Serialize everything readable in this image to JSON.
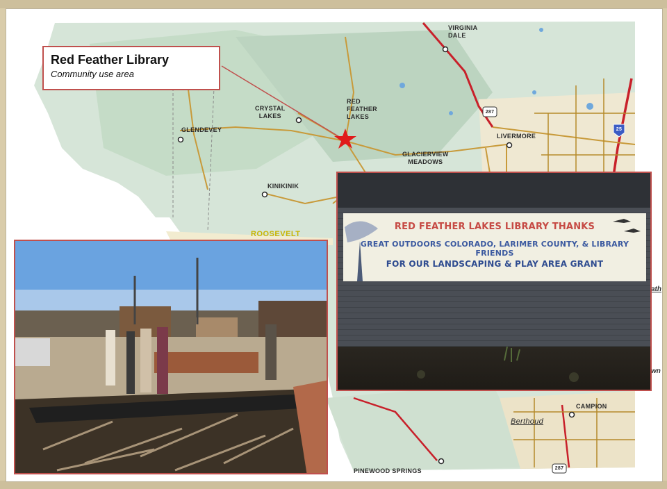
{
  "callout": {
    "title": "Red Feather Library",
    "subtitle": "Community use area"
  },
  "map": {
    "towns": {
      "virginia_dale": "VIRGINIA\nDALE",
      "crystal_lakes": "CRYSTAL\nLAKES",
      "red_feather_lakes": "RED\nFEATHER\nLAKES",
      "glendevey": "GLENDEVEY",
      "livermore": "LIVERMORE",
      "glacierview_meadows": "GLACIERVIEW\nMEADOWS",
      "kinikinik": "KINIKINIK",
      "campion": "CAMPION",
      "berthoud": "Berthoud",
      "pinewood_springs": "PINEWOOD SPRINGS"
    },
    "forest_label": "ROOSEVELT",
    "highway_shields": [
      "287",
      "25",
      "287"
    ],
    "edge_fragments": [
      "ath",
      "wn"
    ],
    "colors": {
      "terrain": "#d6e5d8",
      "road_major": "#c8202a",
      "road_minor": "#c89a3a",
      "county_line": "#b58a2a",
      "marker": "#e01b1b"
    }
  },
  "banner": {
    "line1": "RED FEATHER LAKES LIBRARY THANKS",
    "line2": "GREAT OUTDOORS COLORADO, LARIMER COUNTY, & LIBRARY FRIENDS",
    "line3": "FOR OUR LANDSCAPING & PLAY AREA GRANT"
  },
  "icons": [
    "star-marker-icon",
    "town-dot-icon",
    "bird-icon"
  ]
}
